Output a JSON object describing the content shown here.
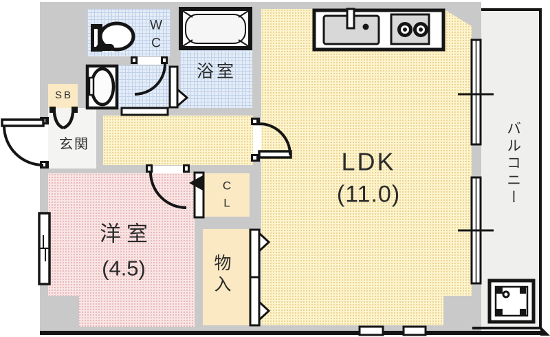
{
  "rooms": {
    "ldk": {
      "label": "LDK",
      "area": "(11.0)"
    },
    "western_room": {
      "label": "洋室",
      "area": "(4.5)"
    },
    "bathroom": {
      "label": "浴室"
    },
    "entrance": {
      "label": "玄関"
    },
    "balcony": {
      "label": "バルコニー"
    },
    "wc": {
      "label": "WC"
    },
    "shoe_box": {
      "label": "SB"
    },
    "closet": {
      "label": "CL"
    },
    "storage": {
      "label": "物入"
    }
  },
  "colors": {
    "wall": "#C9C9C9",
    "ldk_floor": "#FCF4CC",
    "western_floor": "#F9E4E4",
    "wet_area_floor": "#E4EDF8",
    "closet_fill": "#FAE9C3",
    "balcony_floor": "#EFEFED",
    "entrance_floor": "#F4F4F2",
    "line": "#151515"
  }
}
